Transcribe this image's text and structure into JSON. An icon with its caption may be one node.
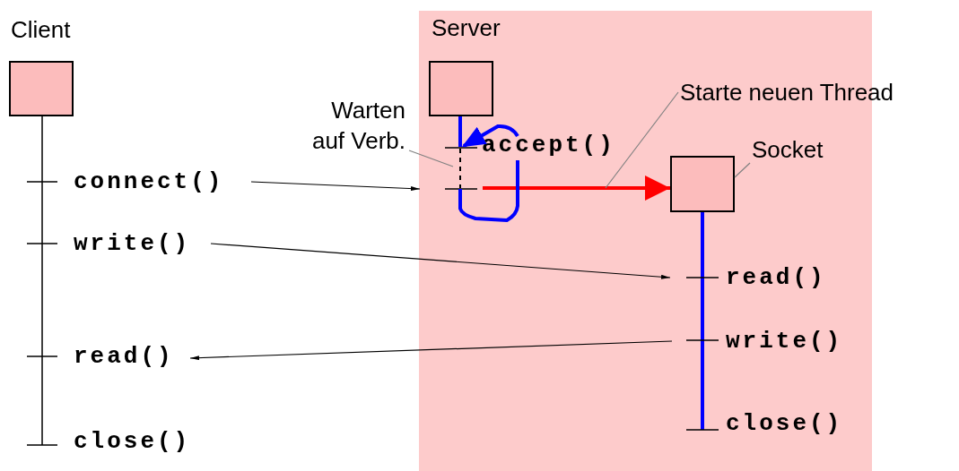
{
  "diagram": {
    "nodes": [
      {
        "text": [
          "Server"
        ]
      },
      {
        "text": [],
        "shape": "box"
      },
      {
        "text": [],
        "shape": "box",
        "in": 0
      },
      {
        "text": [],
        "shape": "box",
        "in": 0
      },
      {
        "text": [
          "Warten auf Verb."
        ]
      },
      {
        "text": [
          "Starte neuen Thread"
        ]
      },
      {
        "text": [
          "Socket"
        ],
        "in": 0
      },
      {
        "text": [
          "connect()"
        ]
      },
      {
        "text": [
          "write()"
        ]
      },
      {
        "text": [
          "read()"
        ]
      },
      {
        "text": [
          "close()"
        ]
      },
      {
        "text": [
          "accept()"
        ],
        "in": 0
      },
      {
        "text": [
          "read()"
        ],
        "in": 0
      },
      {
        "text": [
          "write()"
        ],
        "in": 0
      },
      {
        "text": [
          "close()"
        ],
        "in": 0
      }
    ],
    "edges": [
      {
        "from": 7,
        "to": 0,
        "arrow": "to"
      },
      {
        "from": 8,
        "to": 12,
        "arrow": "to"
      },
      {
        "from": 13,
        "to": 9,
        "arrow": "to"
      },
      {
        "from": null,
        "to": 3,
        "arrow": "to",
        "style": "thick",
        "color": "#ff0000"
      },
      {
        "from": 4,
        "to": null,
        "arrow": "none",
        "color": "#808080"
      },
      {
        "from": 5,
        "to": null,
        "arrow": "none",
        "color": "#808080"
      },
      {
        "from": 6,
        "to": 3,
        "arrow": "none",
        "color": "#808080"
      },
      {
        "from": null,
        "to": 11,
        "arrow": "to",
        "style": "thick",
        "color": "#0000ff"
      }
    ],
    "labels": [
      "Client"
    ]
  }
}
